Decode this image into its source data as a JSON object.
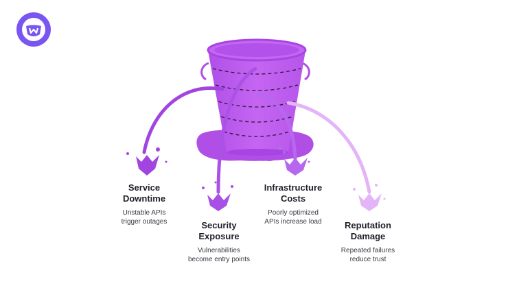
{
  "brand": {
    "logo_icon": "w-logo-icon",
    "logo_color": "#7b55f2"
  },
  "diagram": {
    "center_icon": "leaking-bucket-icon",
    "bucket_color": "#c05ff0",
    "leaks": [
      {
        "title": "Service\nDowntime",
        "description": "Unstable APIs\ntrigger outages",
        "color": "#a245e0"
      },
      {
        "title": "Security\nExposure",
        "description": "Vulnerabilities\nbecome entry points",
        "color": "#a850e5"
      },
      {
        "title": "Infrastructure\nCosts",
        "description": "Poorly optimized\nAPIs increase load",
        "color": "#b667ee"
      },
      {
        "title": "Reputation\nDamage",
        "description": "Repeated failures\nreduce trust",
        "color": "#e3b5f8"
      }
    ]
  }
}
